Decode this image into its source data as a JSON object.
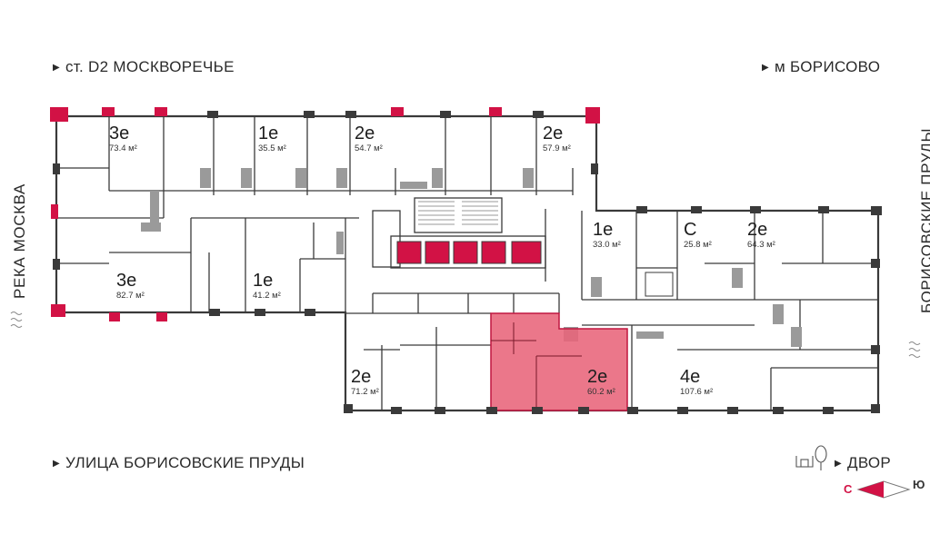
{
  "labels": {
    "top_left": "ст. D2 МОСКВОРЕЧЬЕ",
    "top_right": "м БОРИСОВО",
    "bottom_left": "УЛИЦА БОРИСОВСКИЕ ПРУДЫ",
    "bottom_right": "ДВОР",
    "left_side": "РЕКА МОСКВА",
    "right_side": "БОРИСОВСКИЕ ПРУДЫ"
  },
  "compass": {
    "north": "С",
    "south": "Ю"
  },
  "colors": {
    "accent": "#d21245",
    "highlight_fill": "#e8647a",
    "wall": "#3a3a3a"
  },
  "apartments": [
    {
      "type": "3е",
      "area": "73.4 м²"
    },
    {
      "type": "1е",
      "area": "35.5 м²"
    },
    {
      "type": "2е",
      "area": "54.7 м²"
    },
    {
      "type": "2е",
      "area": "57.9 м²"
    },
    {
      "type": "3е",
      "area": "82.7 м²"
    },
    {
      "type": "1е",
      "area": "41.2 м²"
    },
    {
      "type": "1е",
      "area": "33.0 м²"
    },
    {
      "type": "С",
      "area": "25.8 м²"
    },
    {
      "type": "2е",
      "area": "64.3 м²"
    },
    {
      "type": "2е",
      "area": "71.2 м²"
    },
    {
      "type": "2е",
      "area": "60.2 м²",
      "selected": true
    },
    {
      "type": "4е",
      "area": "107.6 м²"
    }
  ]
}
